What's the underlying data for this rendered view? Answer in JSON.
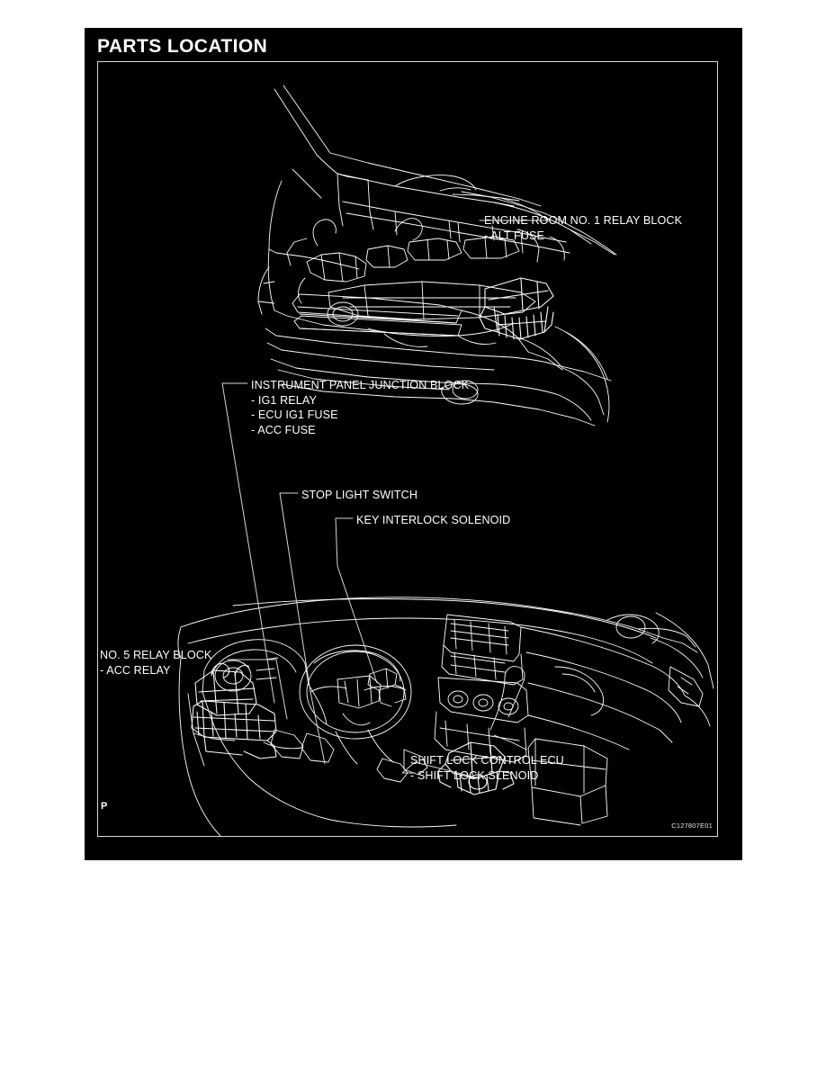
{
  "document": {
    "section_title": "PARTS LOCATION",
    "page_mark": "P",
    "figure_code": "C127807E01",
    "background_color": "#000000",
    "line_color": "#ffffff",
    "frame_color": "#d8d8d8",
    "page_color": "#ffffff"
  },
  "figure": {
    "illustrations": [
      {
        "name": "engine-compartment-illustration",
        "description": "Front three-quarter view of vehicle with hood raised showing engine bay"
      },
      {
        "name": "instrument-panel-illustration",
        "description": "Interior view of instrument panel, steering wheel, center console and shift lever"
      }
    ]
  },
  "callouts": [
    {
      "id": "engine-room",
      "title": "ENGINE ROOM NO. 1 RELAY BLOCK",
      "items": [
        "- ALT FUSE"
      ]
    },
    {
      "id": "instrument-panel-junction-block",
      "title": "INSTRUMENT PANEL JUNCTION BLOCK",
      "items": [
        "- IG1 RELAY",
        "- ECU IG1 FUSE",
        "- ACC FUSE"
      ]
    },
    {
      "id": "stop-light-switch",
      "title": "STOP LIGHT SWITCH",
      "items": []
    },
    {
      "id": "key-interlock-solenoid",
      "title": "KEY INTERLOCK SOLENOID",
      "items": []
    },
    {
      "id": "no-5-relay-block",
      "title": "NO. 5 RELAY BLOCK",
      "items": [
        "- ACC RELAY"
      ]
    },
    {
      "id": "shift-lock-control-ecu",
      "title": "SHIFT LOCK CONTROL ECU",
      "items": [
        "- SHIFT LOCK SLENOID"
      ]
    }
  ]
}
